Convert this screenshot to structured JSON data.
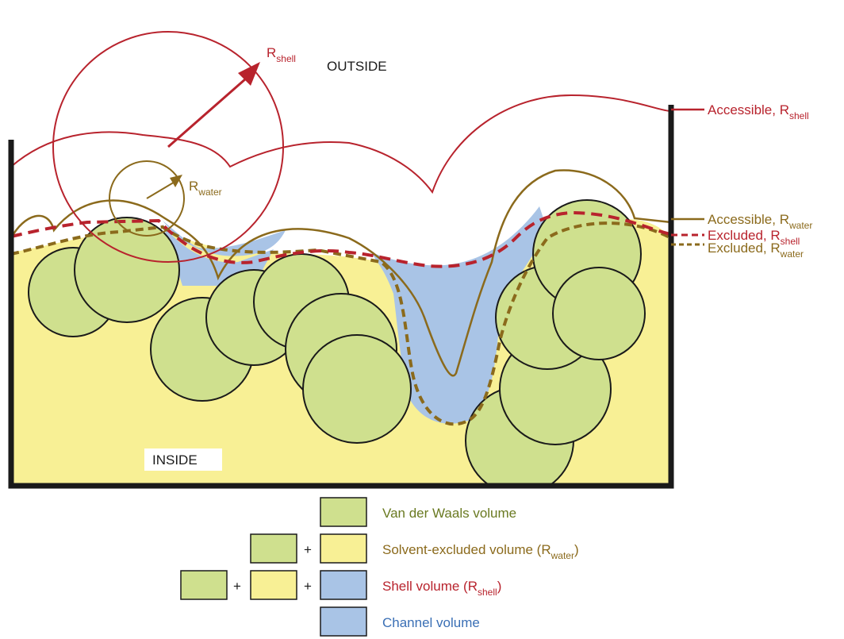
{
  "labels": {
    "outside": "OUTSIDE",
    "inside": "INSIDE",
    "r_shell": {
      "base": "R",
      "sub": "shell"
    },
    "r_water": {
      "base": "R",
      "sub": "water"
    }
  },
  "surfaces": [
    {
      "text": "Accessible, R",
      "sub": "shell",
      "style": "solid",
      "color": "#b8232d"
    },
    {
      "text": "Accessible, R",
      "sub": "water",
      "style": "solid",
      "color": "#8b6a1c"
    },
    {
      "text": "Excluded, R",
      "sub": "shell",
      "style": "dashed",
      "color": "#b8232d"
    },
    {
      "text": "Excluded, R",
      "sub": "water",
      "style": "dashed",
      "color": "#8b6a1c"
    }
  ],
  "legend": [
    {
      "text": "Van der Waals volume",
      "sub": "",
      "after": "",
      "swatches": [
        "green"
      ],
      "color": "#6a7a22"
    },
    {
      "text": "Solvent-excluded volume (R",
      "sub": "water",
      "after": ")",
      "swatches": [
        "green",
        "yellow"
      ],
      "color": "#8b6a1c"
    },
    {
      "text": "Shell volume (R",
      "sub": "shell",
      "after": ")",
      "swatches": [
        "green",
        "yellow",
        "blue"
      ],
      "color": "#b8232d"
    },
    {
      "text": "Channel volume",
      "sub": "",
      "after": "",
      "swatches": [
        "blue"
      ],
      "color": "#3a6fb5"
    }
  ],
  "colors": {
    "vdw_green": "#cfe08e",
    "solvent_yellow": "#f8f095",
    "channel_blue": "#a9c4e6",
    "shell_red": "#b8232d",
    "water_olive": "#8b6a1c"
  },
  "legend_plus": "+"
}
